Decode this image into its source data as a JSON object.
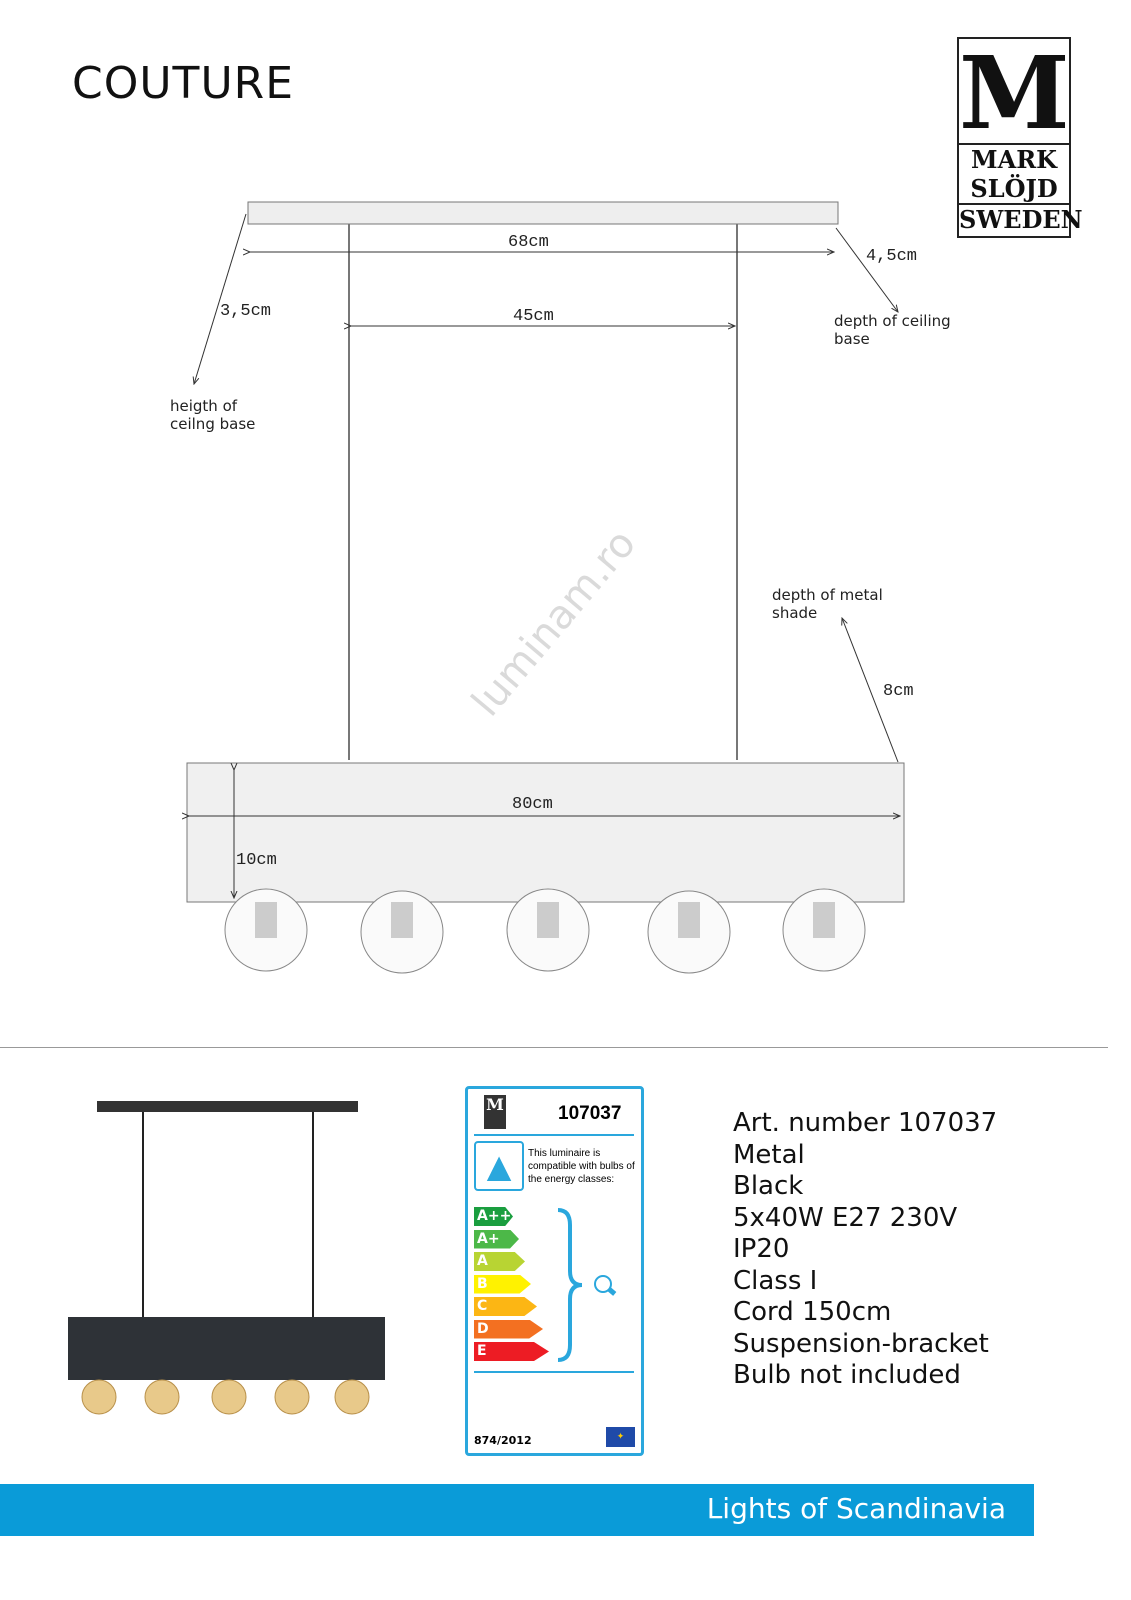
{
  "title": "COUTURE",
  "logo": {
    "letter": "M",
    "line1": "MARK",
    "line2": "SLÖJD",
    "line3": "SWEDEN"
  },
  "dimensions": {
    "ceiling_width": "68cm",
    "wire_spacing": "45cm",
    "ceiling_height": "3,5cm",
    "ceiling_depth": "4,5cm",
    "shade_width": "80cm",
    "shade_height": "10cm",
    "shade_depth": "8cm"
  },
  "notes": {
    "ceiling_height": "heigth of\nceilng base",
    "ceiling_depth": "depth of ceiling\nbase",
    "shade_depth": "depth of metal\nshade"
  },
  "watermark": "luminam.ro",
  "energy_label": {
    "article": "107037",
    "text": "This luminaire is compatible with bulbs of the energy classes:",
    "classes": [
      {
        "label": "A++",
        "color": "#1a9e3f"
      },
      {
        "label": "A+",
        "color": "#4cb848"
      },
      {
        "label": "A",
        "color": "#b8d433"
      },
      {
        "label": "B",
        "color": "#fff200"
      },
      {
        "label": "C",
        "color": "#fcb614"
      },
      {
        "label": "D",
        "color": "#f37021"
      },
      {
        "label": "E",
        "color": "#ed1c24"
      }
    ],
    "regulation": "874/2012"
  },
  "specs": [
    "Art. number 107037",
    "Metal",
    "Black",
    "5x40W E27 230V",
    "IP20",
    "Class I",
    "Cord 150cm",
    "Suspension-bracket",
    "Bulb not included"
  ],
  "footer": "Lights of Scandinavia"
}
